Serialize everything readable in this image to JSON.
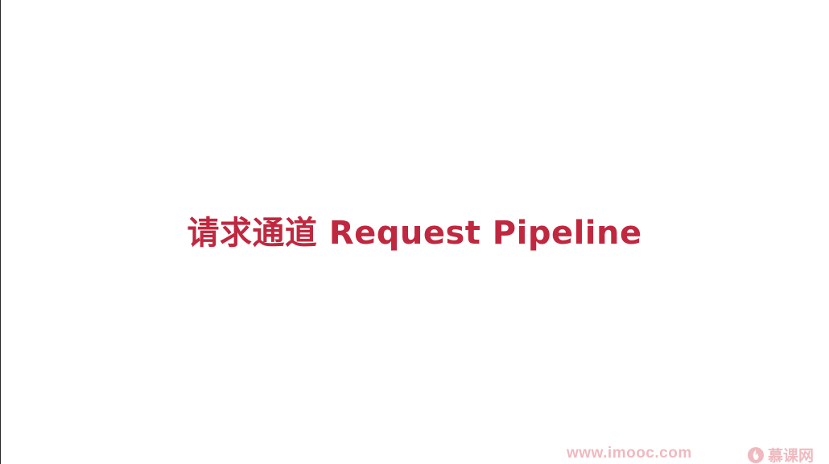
{
  "slide": {
    "title": "请求通道 Request Pipeline"
  },
  "watermark": {
    "url": "www.imooc.com",
    "brand": "慕课网",
    "icon": "flame-logo-icon",
    "color": "#d23a4a"
  },
  "colors": {
    "title": "#c0283f",
    "background": "#ffffff"
  }
}
